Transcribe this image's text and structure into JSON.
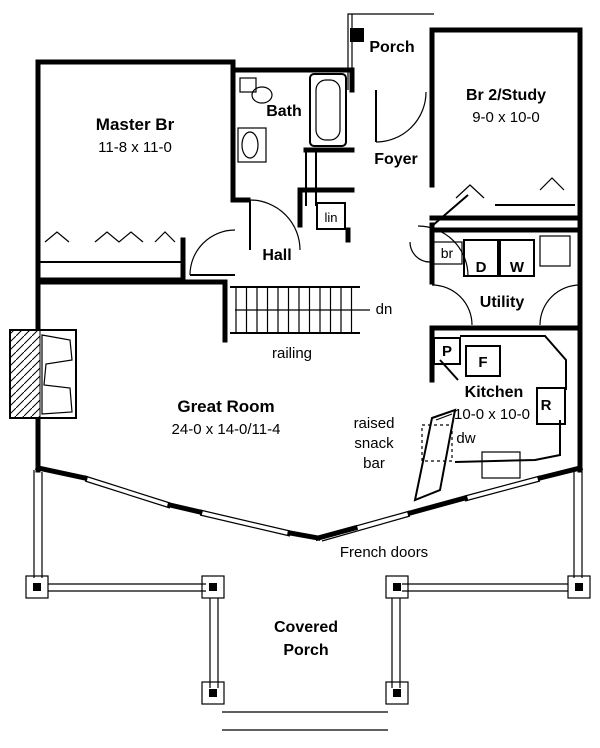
{
  "rooms": {
    "porch_top": {
      "name": "Porch"
    },
    "master": {
      "name": "Master Br",
      "size": "11-8 x 11-0"
    },
    "bath": {
      "name": "Bath"
    },
    "bedroom2": {
      "name": "Br 2/Study",
      "size": "9-0 x 10-0"
    },
    "foyer": {
      "name": "Foyer"
    },
    "linen": {
      "name": "lin"
    },
    "hall": {
      "name": "Hall"
    },
    "broom": {
      "name": "br"
    },
    "dryer": {
      "name": "D"
    },
    "washer": {
      "name": "W"
    },
    "utility": {
      "name": "Utility"
    },
    "great_room": {
      "name": "Great Room",
      "size": "24-0 x 14-0/11-4"
    },
    "kitchen": {
      "name": "Kitchen",
      "size": "10-0 x 10-0"
    },
    "pantry": {
      "name": "P"
    },
    "fridge": {
      "name": "F"
    },
    "range": {
      "name": "R"
    },
    "dishwasher": {
      "name": "dw"
    },
    "covered_porch": {
      "line1": "Covered",
      "line2": "Porch"
    }
  },
  "annotations": {
    "stairs_down": "dn",
    "railing": "railing",
    "snack_bar": {
      "line1": "raised",
      "line2": "snack",
      "line3": "bar"
    },
    "french_doors": "French doors"
  }
}
